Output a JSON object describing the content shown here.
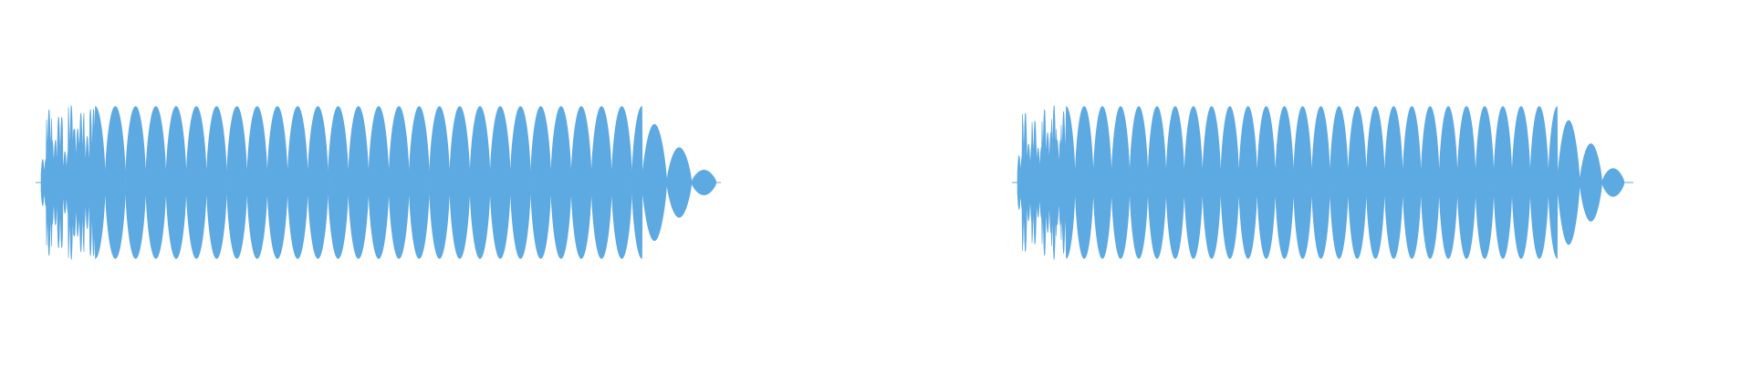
{
  "waveforms": [
    {
      "channel": 1,
      "color": "#5DA9E1",
      "style": "filled-amplitude-envelope",
      "onset_noise": [
        0.3,
        0.95,
        0.55,
        0.85,
        0.4,
        1.0,
        0.7,
        0.9,
        0.6,
        0.95
      ],
      "body_amplitude": 0.98,
      "decay": [
        0.75,
        0.45,
        0.16
      ],
      "peak_count": 30
    },
    {
      "channel": 2,
      "color": "#5DA9E1",
      "style": "filled-amplitude-envelope",
      "onset_noise": [
        0.35,
        0.9,
        0.5,
        0.8,
        0.45,
        0.95,
        0.65,
        1.0,
        0.55,
        0.92
      ],
      "body_amplitude": 0.98,
      "decay": [
        0.8,
        0.5,
        0.18
      ],
      "peak_count": 30
    }
  ]
}
